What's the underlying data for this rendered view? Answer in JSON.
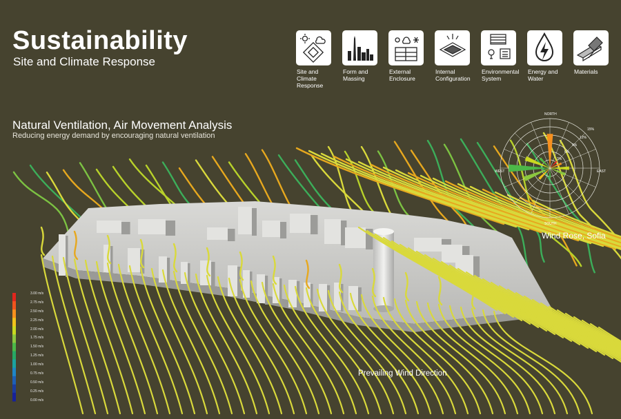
{
  "header": {
    "title": "Sustainability",
    "subtitle": "Site and Climate Response"
  },
  "categories": [
    {
      "label": "Site and Climate Response",
      "icon": "site-climate-icon"
    },
    {
      "label": "Form and Massing",
      "icon": "skyline-icon"
    },
    {
      "label": "External Enclosure",
      "icon": "enclosure-icon"
    },
    {
      "label": "Internal Configuration",
      "icon": "floorplan-icon"
    },
    {
      "label": "Environmental System",
      "icon": "environment-system-icon"
    },
    {
      "label": "Energy and Water",
      "icon": "water-energy-icon"
    },
    {
      "label": "Materials",
      "icon": "materials-icon"
    }
  ],
  "section": {
    "title": "Natural Ventilation, Air Movement Analysis",
    "subtitle": "Reducing energy demand by encouraging natural ventilation"
  },
  "windrose": {
    "caption": "Wind Rose, Sofia",
    "directions": {
      "north": "NORTH",
      "south": "SOUTH",
      "east": "EAST",
      "west": "WEST"
    },
    "rings": [
      "3%",
      "6%",
      "9%",
      "12%",
      "15%"
    ]
  },
  "wind_direction_label": "Prevailing Wind Direction",
  "legend": {
    "entries": [
      "3.00 m/s",
      "2.75 m/s",
      "2.50 m/s",
      "2.25 m/s",
      "2.00 m/s",
      "1.75 m/s",
      "1.50 m/s",
      "1.25 m/s",
      "1.00 m/s",
      "0.75 m/s",
      "0.50 m/s",
      "0.25 m/s",
      "0.00 m/s"
    ],
    "colors": [
      "#e0261d",
      "#f0541e",
      "#f7901e",
      "#f1c21b",
      "#c9d920",
      "#8cc63f",
      "#4cb848",
      "#27a864",
      "#1ba3a0",
      "#1f86c7",
      "#1e5fb6",
      "#1b3c9e",
      "#17229a"
    ]
  },
  "colors": {
    "background": "#46432f",
    "streamline": "#d8d83a"
  }
}
